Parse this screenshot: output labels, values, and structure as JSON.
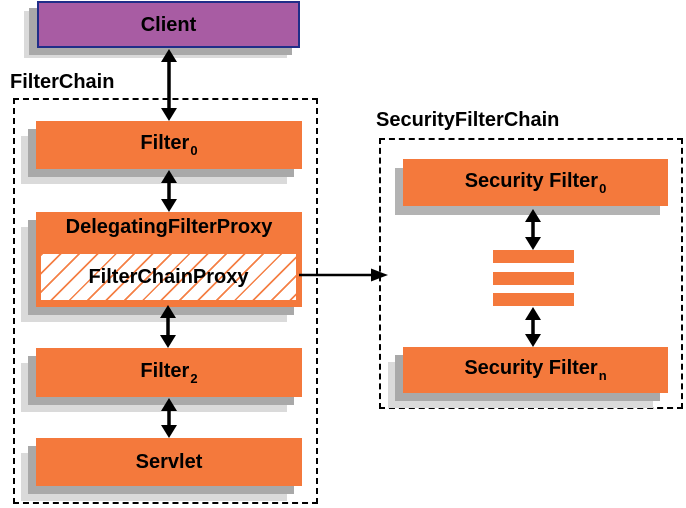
{
  "diagram": {
    "client_label": "Client",
    "filterchain_title": "FilterChain",
    "filter0_base": "Filter",
    "filter0_sub": "0",
    "delegating_label": "DelegatingFilterProxy",
    "filterchainproxy_label": "FilterChainProxy",
    "filter2_base": "Filter",
    "filter2_sub": "2",
    "servlet_label": "Servlet",
    "securityfilterchain_title": "SecurityFilterChain",
    "security_filter0_base": "Security Filter",
    "security_filter0_sub": "0",
    "security_filtern_base": "Security Filter",
    "security_filtern_sub": "n"
  },
  "colors": {
    "filter_box_orange": "#f4793c",
    "client_purple": "#a85ca3",
    "client_border_navy": "#202e88",
    "shadow_gray": "#a9a9a9",
    "shadow_light_gray": "#dadada",
    "arrow_black": "#000000",
    "dashed_border_black": "#000000"
  }
}
